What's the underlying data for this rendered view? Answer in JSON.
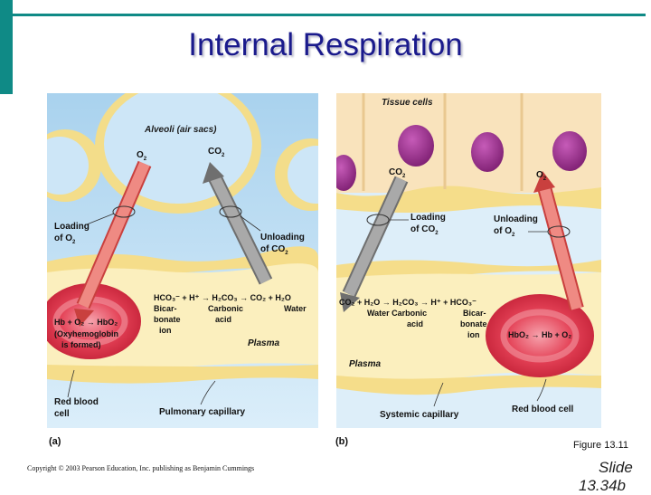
{
  "slide_title": "Internal Respiration",
  "panel_a": {
    "tag": "(a)",
    "alveoli_label": "Alveoli (air sacs)",
    "o2": "O",
    "o2_sub": "2",
    "co2": "CO",
    "co2_sub": "2",
    "loading_1": "Loading",
    "loading_2": "of O",
    "loading_2_sub": "2",
    "unloading_1": "Unloading",
    "unloading_2": "of CO",
    "unloading_2_sub": "2",
    "equation": "HCO₃⁻ + H⁺ → H₂CO₃ → CO₂ + H₂O",
    "bicarb_1": "Bicar-",
    "bicarb_2": "bonate",
    "bicarb_3": "ion",
    "carbonic_1": "Carbonic",
    "carbonic_2": "acid",
    "water": "Water",
    "rbc_eq": "Hb + O₂ → HbO₂",
    "oxy_1": "(Oxyhemoglobin",
    "oxy_2": "is formed)",
    "plasma": "Plasma",
    "rbc_label_1": "Red blood",
    "rbc_label_2": "cell",
    "capillary": "Pulmonary capillary"
  },
  "panel_b": {
    "tag": "(b)",
    "tissue": "Tissue cells",
    "co2": "CO",
    "co2_sub": "2",
    "o2": "O",
    "o2_sub": "2",
    "loading_1": "Loading",
    "loading_2": "of CO",
    "loading_2_sub": "2",
    "unloading_1": "Unloading",
    "unloading_2": "of O",
    "unloading_2_sub": "2",
    "equation": "CO₂ + H₂O → H₂CO₃ → H⁺ + HCO₃⁻",
    "water_carbonic": "Water Carbonic",
    "acid": "acid",
    "bicarb_1": "Bicar-",
    "bicarb_2": "bonate",
    "bicarb_3": "ion",
    "rbc_eq": "HbO₂ → Hb + O₂",
    "plasma": "Plasma",
    "capillary": "Systemic capillary",
    "rbc_label": "Red blood cell"
  },
  "figure_label": "Figure 13.11",
  "copyright": "Copyright © 2003 Pearson Education, Inc. publishing as Benjamin Cummings",
  "slide_number_1": "Slide",
  "slide_number_2": "13.34b",
  "colors": {
    "title": "#1a1a8c",
    "accent_teal": "#0f8a86",
    "alveolus_blue": "#c9e3f5",
    "membrane_yellow": "#f5dd8a",
    "plasma_yellow": "#fbefbe",
    "rbc_red": "#e23a4d",
    "o2_arrow": "#ec7e78",
    "co2_arrow": "#9a9a9a",
    "nucleus": "#9e2b8e"
  }
}
